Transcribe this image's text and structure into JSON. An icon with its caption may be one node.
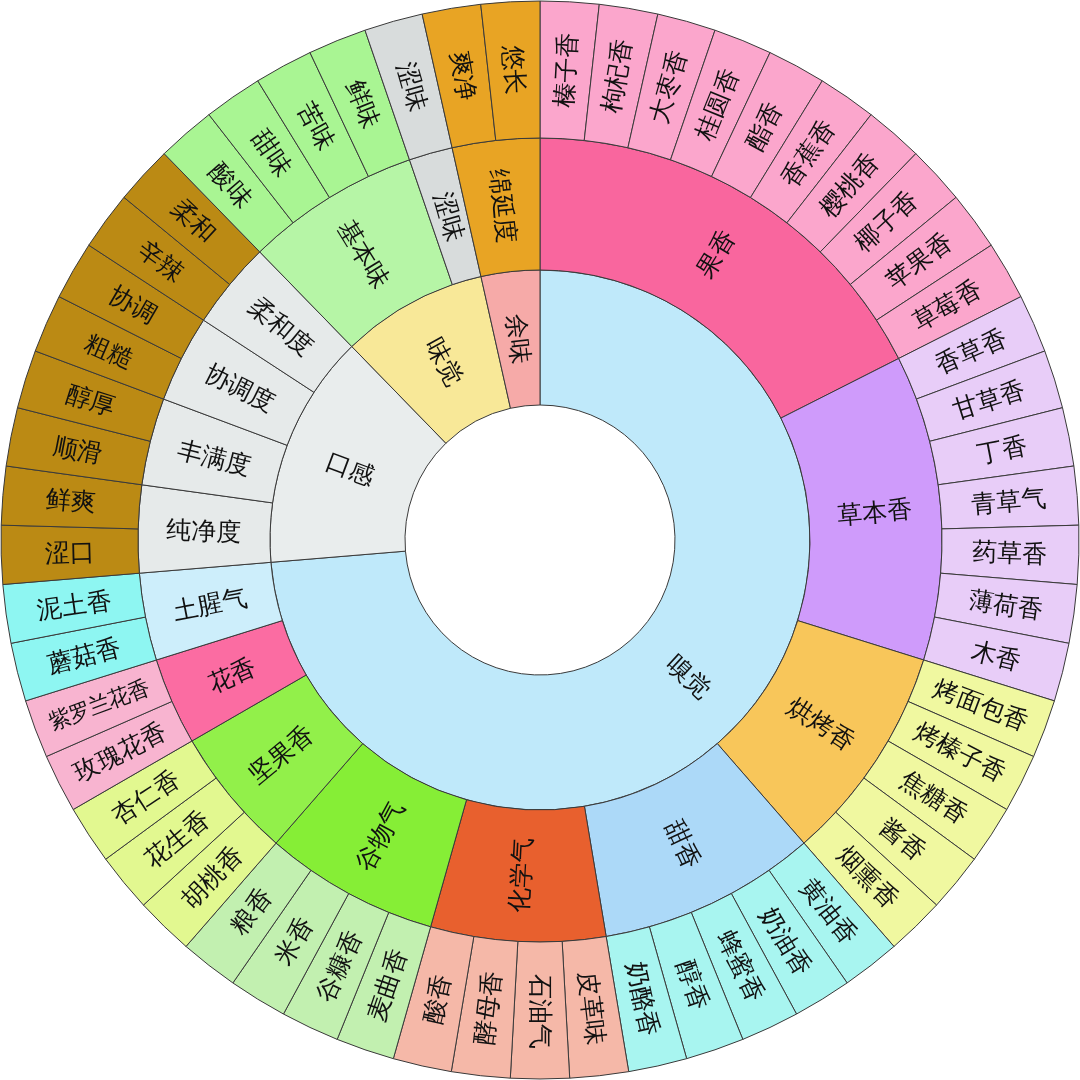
{
  "diagram": {
    "nodes": [
      {
        "text": [
          "嗅觉"
        ]
      },
      {
        "text": [
          "果香"
        ]
      },
      {
        "text": [
          "榛子香"
        ]
      },
      {
        "text": [
          "枸杞香"
        ]
      },
      {
        "text": [
          "大枣香"
        ]
      },
      {
        "text": [
          "桂圆香"
        ]
      },
      {
        "text": [
          "酯香"
        ]
      },
      {
        "text": [
          "香蕉香"
        ]
      },
      {
        "text": [
          "樱桃香"
        ]
      },
      {
        "text": [
          "椰子香"
        ]
      },
      {
        "text": [
          "苹果香"
        ]
      },
      {
        "text": [
          "草莓香"
        ]
      },
      {
        "text": [
          "草本香"
        ]
      },
      {
        "text": [
          "香草香"
        ]
      },
      {
        "text": [
          "甘草香"
        ]
      },
      {
        "text": [
          "丁香"
        ]
      },
      {
        "text": [
          "青草气"
        ]
      },
      {
        "text": [
          "药草香"
        ]
      },
      {
        "text": [
          "薄荷香"
        ]
      },
      {
        "text": [
          "木香"
        ]
      },
      {
        "text": [
          "烘烤香"
        ]
      },
      {
        "text": [
          "烤面包香"
        ]
      },
      {
        "text": [
          "烤榛子香"
        ]
      },
      {
        "text": [
          "焦糖香"
        ]
      },
      {
        "text": [
          "酱香"
        ]
      },
      {
        "text": [
          "烟熏香"
        ]
      },
      {
        "text": [
          "甜香"
        ]
      },
      {
        "text": [
          "黄油香"
        ]
      },
      {
        "text": [
          "奶油香"
        ]
      },
      {
        "text": [
          "蜂蜜香"
        ]
      },
      {
        "text": [
          "醇香"
        ]
      },
      {
        "text": [
          "奶酪香"
        ]
      },
      {
        "text": [
          "化学气"
        ]
      },
      {
        "text": [
          "皮革味"
        ]
      },
      {
        "text": [
          "石油气"
        ]
      },
      {
        "text": [
          "酵母香"
        ]
      },
      {
        "text": [
          "酸香"
        ]
      },
      {
        "text": [
          "谷物气"
        ]
      },
      {
        "text": [
          "麦曲香"
        ]
      },
      {
        "text": [
          "谷糠香"
        ]
      },
      {
        "text": [
          "米香"
        ]
      },
      {
        "text": [
          "粮香"
        ]
      },
      {
        "text": [
          "坚果香"
        ]
      },
      {
        "text": [
          "胡桃香"
        ]
      },
      {
        "text": [
          "花生香"
        ]
      },
      {
        "text": [
          "杏仁香"
        ]
      },
      {
        "text": [
          "花香"
        ]
      },
      {
        "text": [
          "玫瑰花香"
        ]
      },
      {
        "text": [
          "紫罗兰花香"
        ]
      },
      {
        "text": [
          "土腥气"
        ]
      },
      {
        "text": [
          "蘑菇香"
        ]
      },
      {
        "text": [
          "泥土香"
        ]
      },
      {
        "text": [
          "口感"
        ]
      },
      {
        "text": [
          "纯净度"
        ]
      },
      {
        "text": [
          "涩口"
        ]
      },
      {
        "text": [
          "鲜爽"
        ]
      },
      {
        "text": [
          "丰满度"
        ]
      },
      {
        "text": [
          "顺滑"
        ]
      },
      {
        "text": [
          "醇厚"
        ]
      },
      {
        "text": [
          "协调度"
        ]
      },
      {
        "text": [
          "粗糙"
        ]
      },
      {
        "text": [
          "协调"
        ]
      },
      {
        "text": [
          "柔和度"
        ]
      },
      {
        "text": [
          "辛辣"
        ]
      },
      {
        "text": [
          "柔和"
        ]
      },
      {
        "text": [
          "味觉"
        ]
      },
      {
        "text": [
          "基本味"
        ]
      },
      {
        "text": [
          "酸味"
        ]
      },
      {
        "text": [
          "甜味"
        ]
      },
      {
        "text": [
          "苦味"
        ]
      },
      {
        "text": [
          "鲜味"
        ]
      },
      {
        "text": [
          "涩味"
        ]
      },
      {
        "text": [
          "涩味"
        ]
      },
      {
        "text": [
          "余味"
        ]
      },
      {
        "text": [
          "绵延度"
        ]
      },
      {
        "text": [
          "爽净"
        ]
      },
      {
        "text": [
          "悠长"
        ]
      }
    ]
  }
}
